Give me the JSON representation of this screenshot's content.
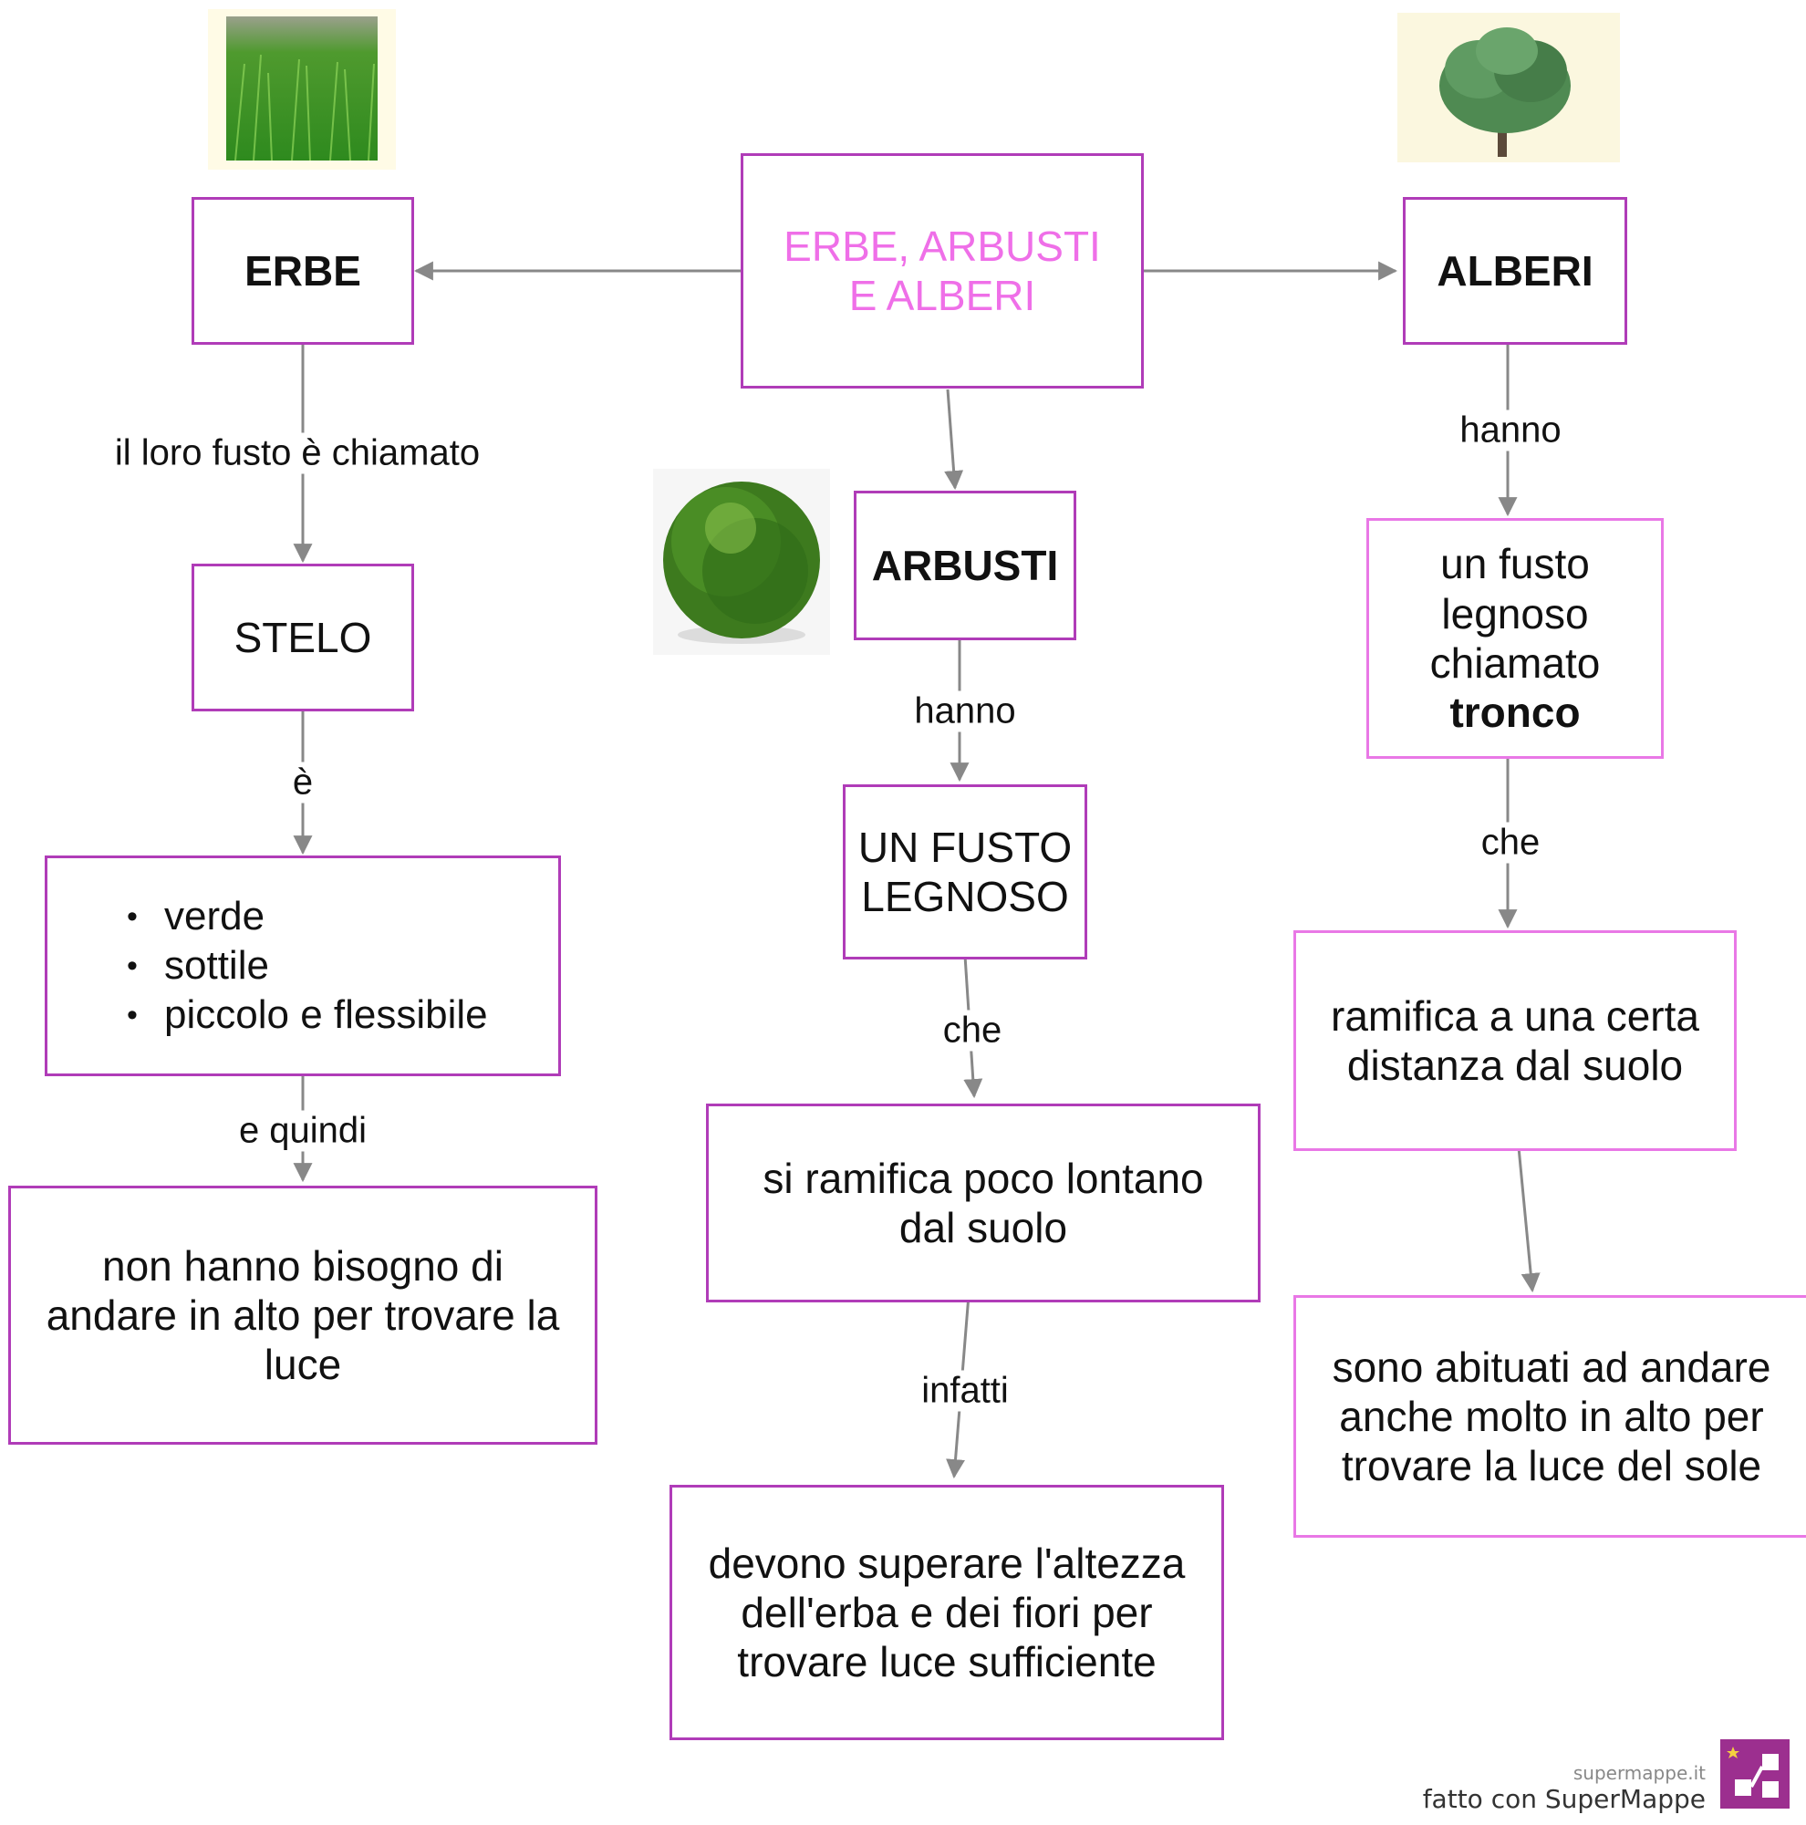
{
  "diagram": {
    "center": {
      "line1": "ERBE, ARBUSTI",
      "line2": "E ALBERI"
    },
    "erbe": {
      "title": "ERBE",
      "link1": "il loro fusto è chiamato",
      "stelo": "STELO",
      "link2": "è",
      "traits": [
        "verde",
        "sottile",
        "piccolo e flessibile"
      ],
      "link3": "e quindi",
      "conclusion": "non hanno bisogno di andare in alto per trovare la luce"
    },
    "arbusti": {
      "title": "ARBUSTI",
      "link1": "hanno",
      "stem": "UN FUSTO LEGNOSO",
      "link2": "che",
      "branch": "si ramifica poco lontano dal suolo",
      "link3": "infatti",
      "conclusion": "devono superare l'altezza dell'erba e dei fiori per trovare luce sufficiente"
    },
    "alberi": {
      "title": "ALBERI",
      "link1": "hanno",
      "trunk_text": "un fusto legnoso chiamato",
      "trunk_bold": "tronco",
      "link2": "che",
      "branch": "ramifica a una certa distanza dal suolo",
      "conclusion": "sono abituati ad andare anche molto in alto per trovare la luce del sole"
    }
  },
  "images": {
    "grass": "grass-photo",
    "bush": "bush-photo",
    "tree": "tree-photo"
  },
  "colors": {
    "border_dark": "#b03cb8",
    "border_light": "#e978e6",
    "title": "#ef6fe8",
    "arrow": "#888888"
  },
  "footer": {
    "site": "supermappe.it",
    "made": "fatto con SuperMappe"
  }
}
